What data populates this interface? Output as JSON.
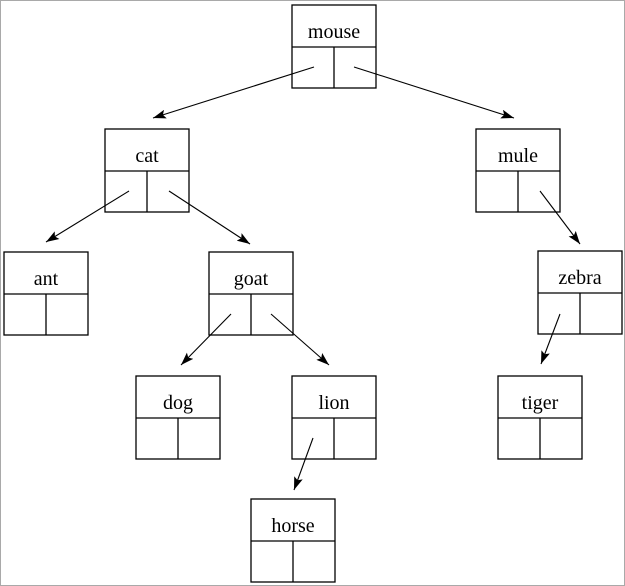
{
  "diagram": {
    "type": "binary-tree",
    "root": "mouse",
    "nodes": {
      "mouse": {
        "label": "mouse",
        "left_child": "cat",
        "right_child": "mule"
      },
      "cat": {
        "label": "cat",
        "left_child": "ant",
        "right_child": "goat"
      },
      "mule": {
        "label": "mule",
        "left_child": null,
        "right_child": "zebra"
      },
      "ant": {
        "label": "ant",
        "left_child": null,
        "right_child": null
      },
      "goat": {
        "label": "goat",
        "left_child": "dog",
        "right_child": "lion"
      },
      "zebra": {
        "label": "zebra",
        "left_child": "tiger",
        "right_child": null
      },
      "dog": {
        "label": "dog",
        "left_child": null,
        "right_child": null
      },
      "lion": {
        "label": "lion",
        "left_child": "horse",
        "right_child": null
      },
      "tiger": {
        "label": "tiger",
        "left_child": null,
        "right_child": null
      },
      "horse": {
        "label": "horse",
        "left_child": null,
        "right_child": null
      }
    },
    "edges": [
      {
        "from": "mouse",
        "pointer": "left",
        "to": "cat"
      },
      {
        "from": "mouse",
        "pointer": "right",
        "to": "mule"
      },
      {
        "from": "cat",
        "pointer": "left",
        "to": "ant"
      },
      {
        "from": "cat",
        "pointer": "right",
        "to": "goat"
      },
      {
        "from": "mule",
        "pointer": "right",
        "to": "zebra"
      },
      {
        "from": "goat",
        "pointer": "left",
        "to": "dog"
      },
      {
        "from": "goat",
        "pointer": "right",
        "to": "lion"
      },
      {
        "from": "zebra",
        "pointer": "left",
        "to": "tiger"
      },
      {
        "from": "lion",
        "pointer": "left",
        "to": "horse"
      }
    ],
    "colors": {
      "background": "#ffffff",
      "canvas_border": "#a9a9a9",
      "node_stroke": "#000000",
      "arrow": "#000000",
      "text": "#000000"
    }
  }
}
